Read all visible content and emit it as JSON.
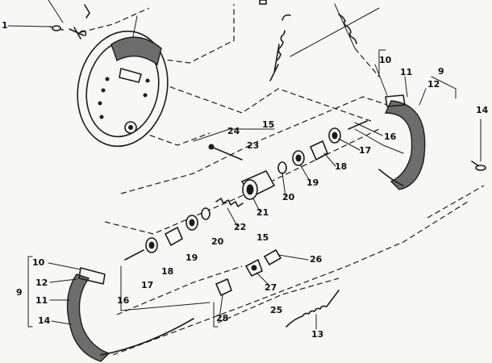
{
  "callouts": [
    {
      "id": "c1",
      "text": "1"
    },
    {
      "id": "c9a",
      "text": "9"
    },
    {
      "id": "c10a",
      "text": "10"
    },
    {
      "id": "c11a",
      "text": "11"
    },
    {
      "id": "c12a",
      "text": "12"
    },
    {
      "id": "c14a",
      "text": "14"
    },
    {
      "id": "c15a",
      "text": "15"
    },
    {
      "id": "c16a",
      "text": "16"
    },
    {
      "id": "c17a",
      "text": "17"
    },
    {
      "id": "c18a",
      "text": "18"
    },
    {
      "id": "c19a",
      "text": "19"
    },
    {
      "id": "c20a",
      "text": "20"
    },
    {
      "id": "c21",
      "text": "21"
    },
    {
      "id": "c22",
      "text": "22"
    },
    {
      "id": "c23",
      "text": "23"
    },
    {
      "id": "c24",
      "text": "24"
    },
    {
      "id": "c20b",
      "text": "20"
    },
    {
      "id": "c15b",
      "text": "15"
    },
    {
      "id": "c19b",
      "text": "19"
    },
    {
      "id": "c18b",
      "text": "18"
    },
    {
      "id": "c17b",
      "text": "17"
    },
    {
      "id": "c16b",
      "text": "16"
    },
    {
      "id": "c10b",
      "text": "10"
    },
    {
      "id": "c12b",
      "text": "12"
    },
    {
      "id": "c9b",
      "text": "9"
    },
    {
      "id": "c11b",
      "text": "11"
    },
    {
      "id": "c14b",
      "text": "14"
    },
    {
      "id": "c26",
      "text": "26"
    },
    {
      "id": "c27",
      "text": "27"
    },
    {
      "id": "c25",
      "text": "25"
    },
    {
      "id": "c28",
      "text": "28"
    },
    {
      "id": "c13",
      "text": "13"
    }
  ]
}
